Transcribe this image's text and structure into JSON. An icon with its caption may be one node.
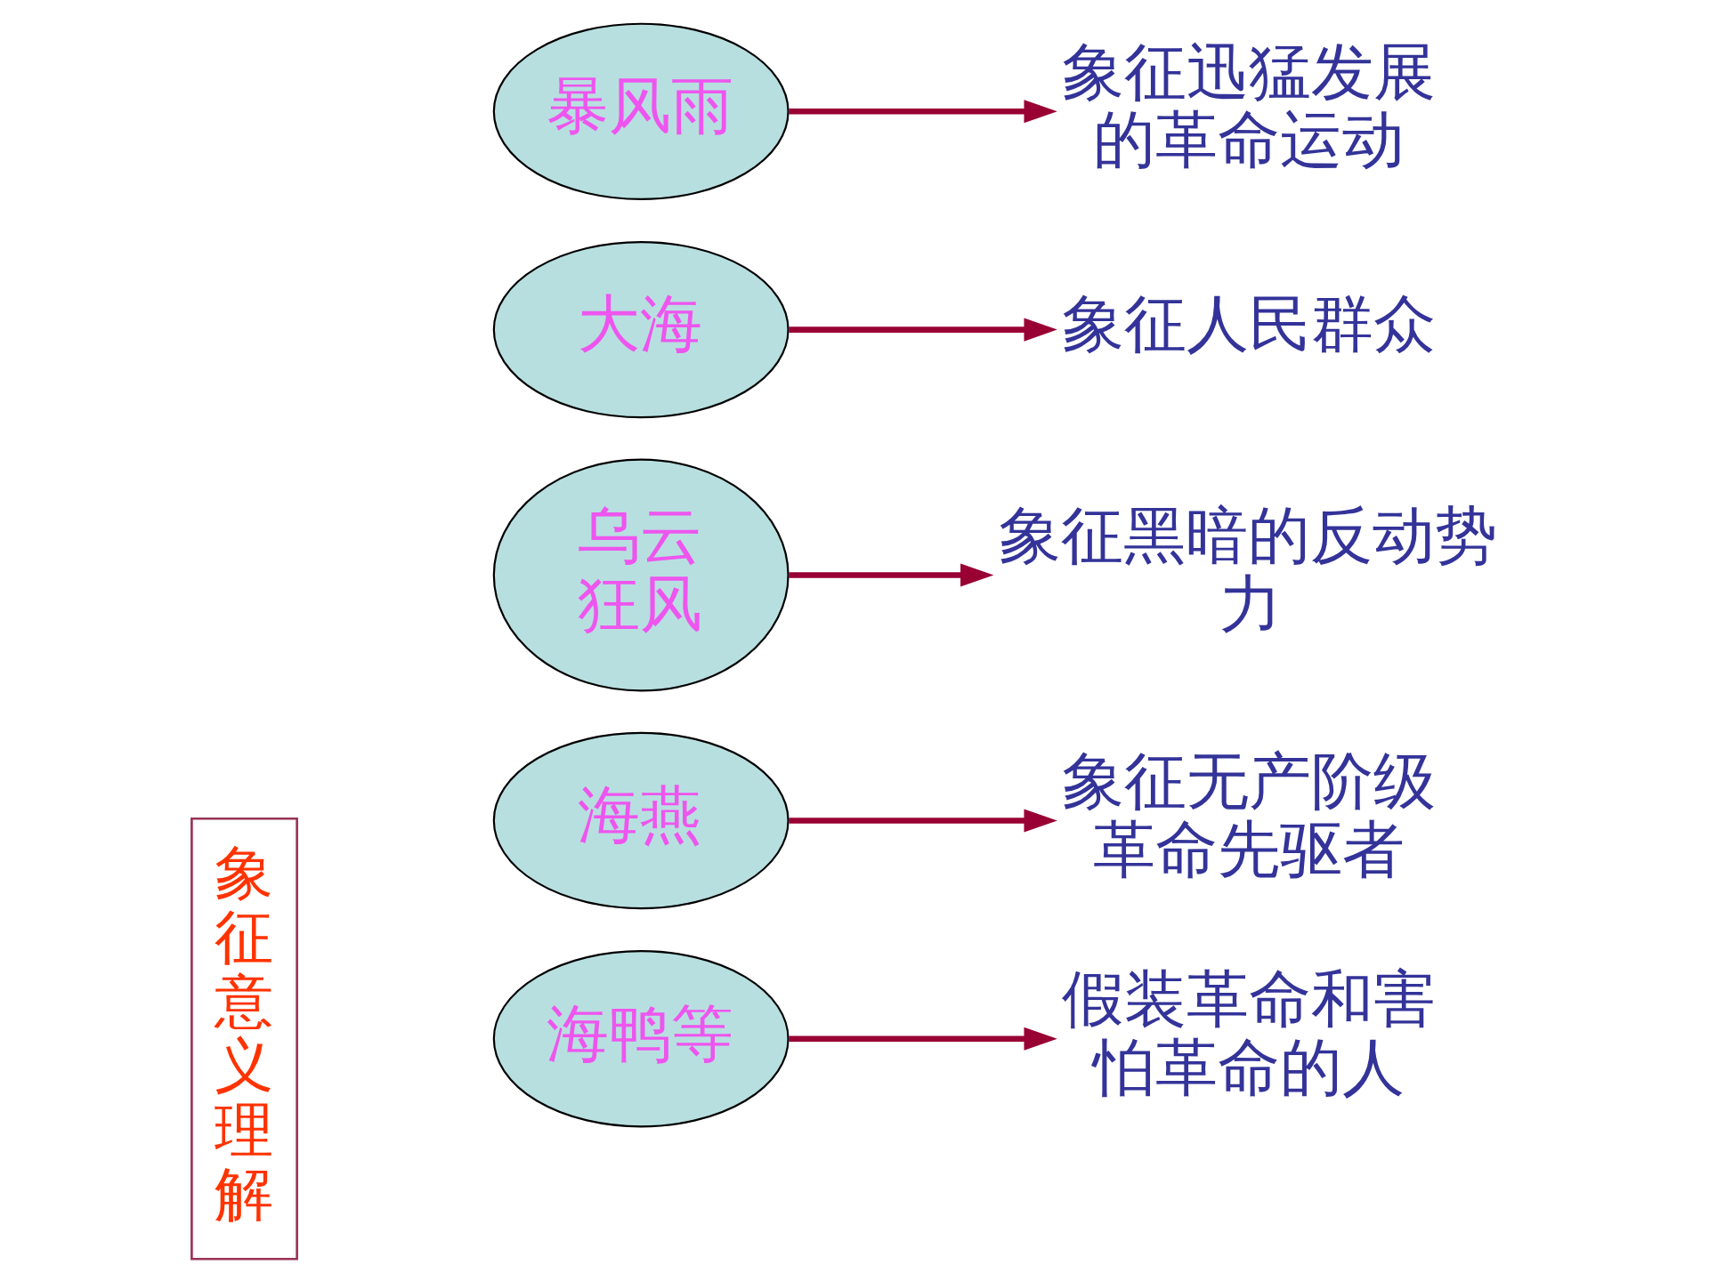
{
  "diagram": {
    "nodes": [
      {
        "text": [
          "象征意义理解"
        ]
      },
      {
        "text": [
          "海燕"
        ]
      },
      {
        "text": [
          "海鸭等"
        ]
      },
      {
        "text": [
          "暴风雨"
        ]
      },
      {
        "text": [
          "大海"
        ]
      },
      {
        "text": [
          "乌云狂风"
        ]
      },
      {
        "text": [
          "象征迅猛发展的革命运动"
        ]
      },
      {
        "text": [
          "象征人民群众"
        ]
      },
      {
        "text": [
          "象征黑暗的反动势力"
        ]
      },
      {
        "text": [
          "象征无产阶级革命先驱者"
        ]
      },
      {
        "text": [
          "假装革命和害怕革命的人"
        ]
      }
    ],
    "edges": [
      {
        "from": 1,
        "to": 9,
        "arrow": "to"
      },
      {
        "from": 2,
        "to": 10,
        "arrow": "to"
      },
      {
        "from": 3,
        "to": 6,
        "arrow": "to"
      },
      {
        "from": 4,
        "to": 7,
        "arrow": "to"
      },
      {
        "from": 5,
        "to": 8,
        "arrow": "to"
      }
    ]
  }
}
